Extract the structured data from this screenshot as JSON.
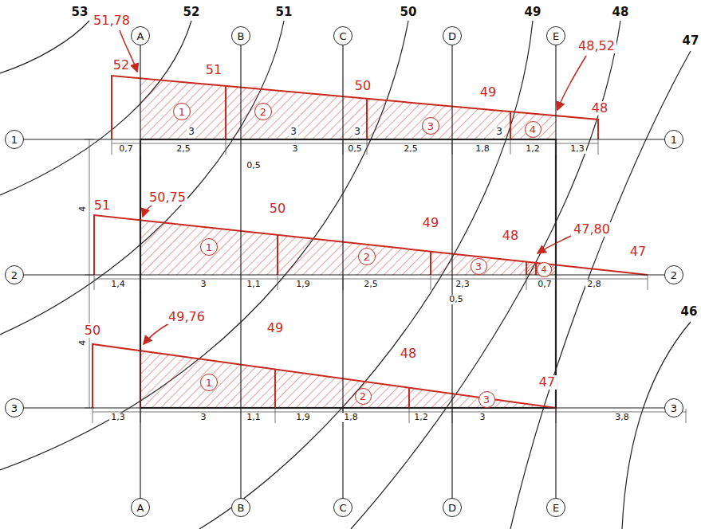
{
  "diagram": {
    "nodes": [
      {
        "text": [
          "A"
        ]
      },
      {
        "text": [
          "B"
        ]
      },
      {
        "text": [
          "C"
        ]
      },
      {
        "text": [
          "D"
        ]
      },
      {
        "text": [
          "E"
        ]
      },
      {
        "text": [
          "1"
        ]
      },
      {
        "text": [
          "1"
        ]
      },
      {
        "text": [
          "2"
        ]
      },
      {
        "text": [
          "3"
        ]
      },
      {
        "text": [
          "4"
        ]
      },
      {
        "text": [
          "1"
        ]
      },
      {
        "text": [
          "2"
        ]
      },
      {
        "text": [
          "1"
        ]
      },
      {
        "text": [
          "2"
        ]
      },
      {
        "text": [
          "3"
        ]
      },
      {
        "text": [
          "4"
        ]
      },
      {
        "text": [
          "2"
        ]
      },
      {
        "text": [
          "3"
        ]
      },
      {
        "text": [
          "1"
        ]
      },
      {
        "text": [
          "2"
        ]
      },
      {
        "text": [
          "3"
        ]
      },
      {
        "text": [
          "3"
        ]
      },
      {
        "text": [
          "A"
        ]
      },
      {
        "text": [
          "B"
        ]
      },
      {
        "text": [
          "C"
        ]
      },
      {
        "text": [
          "D"
        ]
      },
      {
        "text": [
          "E"
        ]
      }
    ],
    "edges": [
      {
        "from": 0,
        "to": 22,
        "arrow": "none"
      },
      {
        "from": 1,
        "to": 23,
        "arrow": "none"
      },
      {
        "from": 2,
        "to": 24,
        "arrow": "none"
      },
      {
        "from": 3,
        "to": 25,
        "arrow": "none"
      },
      {
        "from": 4,
        "to": 26,
        "arrow": "none"
      },
      {
        "from": 5,
        "to": 10,
        "arrow": "none"
      },
      {
        "from": 11,
        "to": 16,
        "arrow": "none"
      },
      {
        "from": 17,
        "to": 21,
        "arrow": "none"
      }
    ],
    "labels": [
      "53",
      "52",
      "51",
      "50",
      "49",
      "48",
      "47",
      "46",
      "51,78",
      "52",
      "51",
      "50",
      "49",
      "48,52",
      "48",
      "3",
      "3",
      "3",
      "3",
      "0,7",
      "2,5",
      "3",
      "0,5",
      "2,5",
      "1,8",
      "1,2",
      "1,3",
      "0,5",
      "4",
      "4",
      "51",
      "50,75",
      "50",
      "49",
      "48",
      "47,80",
      "47",
      "1,4",
      "3",
      "1,1",
      "1,9",
      "2,5",
      "2,3",
      "0,7",
      "2,8",
      "0,5",
      "50",
      "49,76",
      "49",
      "48",
      "47",
      "1,3",
      "3",
      "1,1",
      "1,9",
      "1,8",
      "1,2",
      "3",
      "3,8"
    ]
  }
}
